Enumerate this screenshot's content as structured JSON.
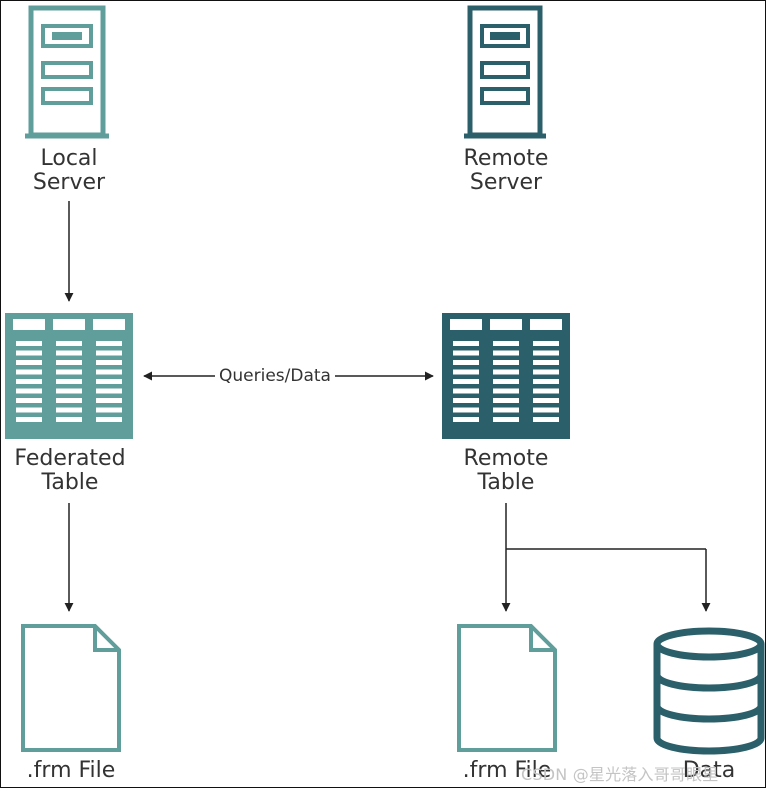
{
  "colors": {
    "local": "#5f9e9b",
    "remote": "#2b5f6a",
    "line": "#222222",
    "text": "#333333",
    "watermark": "#c4c4c4"
  },
  "nodes": {
    "local_server": {
      "line1": "Local",
      "line2": "Server"
    },
    "remote_server": {
      "line1": "Remote",
      "line2": "Server"
    },
    "federated_table": {
      "line1": "Federated",
      "line2": "Table"
    },
    "remote_table": {
      "line1": "Remote",
      "line2": "Table"
    },
    "local_frm": {
      "label": ".frm File"
    },
    "remote_frm": {
      "label": ".frm File"
    },
    "data": {
      "label": "Data"
    }
  },
  "edges": {
    "queries_data": "Queries/Data"
  },
  "watermark": "CSDN @星光落入哥哥眼里"
}
